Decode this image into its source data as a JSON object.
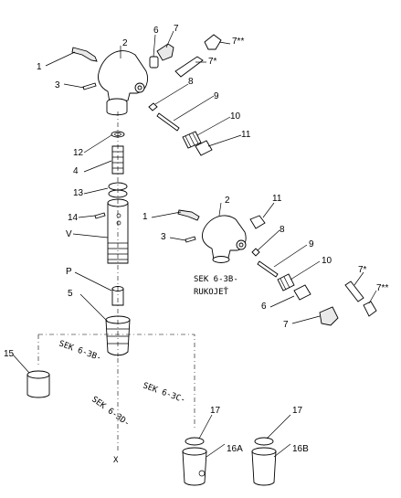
{
  "diagram": {
    "callouts": [
      "1",
      "2",
      "3",
      "6",
      "7",
      "7**",
      "7*",
      "8",
      "9",
      "10",
      "11",
      "12",
      "4",
      "13",
      "14",
      "V",
      "P",
      "5",
      "15",
      "16A",
      "16B",
      "17",
      "17",
      "1",
      "2",
      "3",
      "11",
      "8",
      "9",
      "10",
      "6",
      "7",
      "7*",
      "7**"
    ],
    "section_labels": [
      "SEK 6-3B-",
      "RUKOJEŤ",
      "SEK 6-3B-",
      "SEK 6-3C-",
      "SEK 6-3D-",
      "X"
    ]
  }
}
